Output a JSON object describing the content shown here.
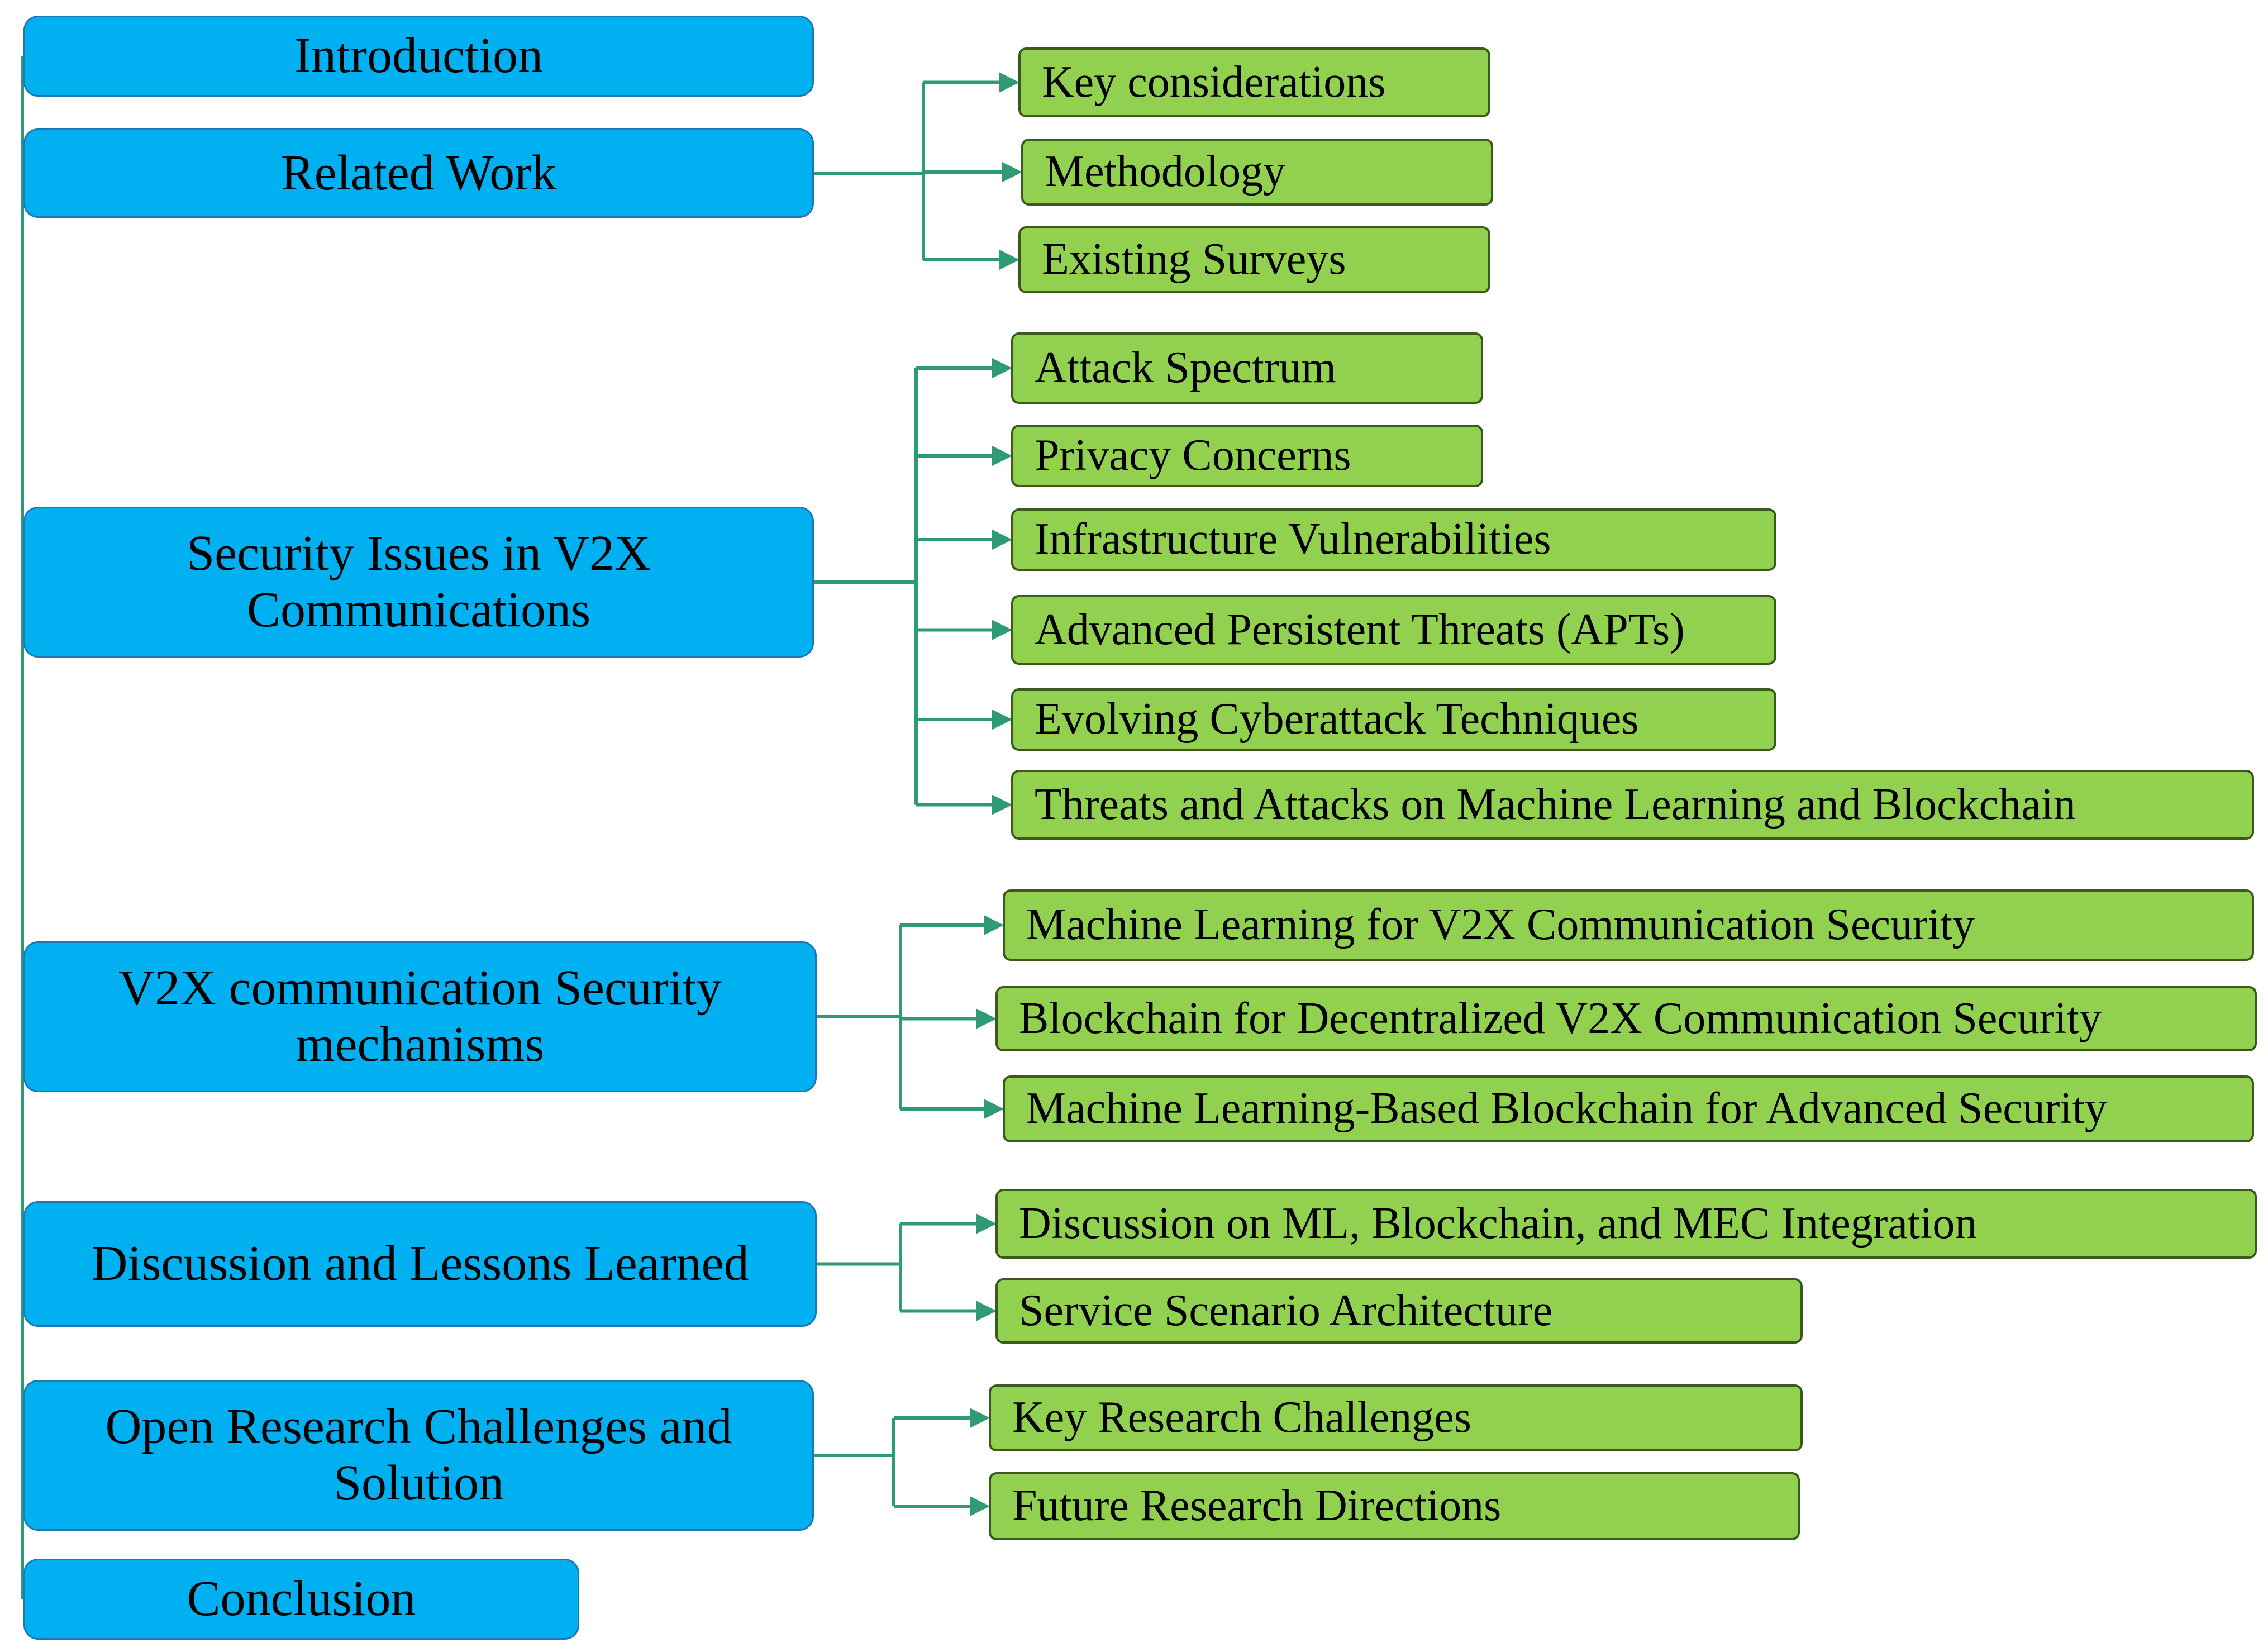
{
  "colors": {
    "main_fill": "#00b0f0",
    "sub_fill": "#92d050",
    "connector": "#2e9b74"
  },
  "sections": [
    {
      "label": "Introduction",
      "children": []
    },
    {
      "label": "Related Work",
      "children": [
        "Key considerations",
        "Methodology",
        "Existing Surveys"
      ]
    },
    {
      "label": "Security Issues in V2X Communications",
      "children": [
        "Attack Spectrum",
        "Privacy Concerns",
        "Infrastructure Vulnerabilities",
        "Advanced Persistent Threats (APTs)",
        "Evolving Cyberattack Techniques",
        "Threats and Attacks on Machine Learning and Blockchain"
      ]
    },
    {
      "label": "V2X communication Security mechanisms",
      "children": [
        "Machine Learning for V2X Communication Security",
        "Blockchain for Decentralized  V2X Communication Security",
        "Machine Learning-Based Blockchain for Advanced Security"
      ]
    },
    {
      "label": "Discussion and Lessons Learned",
      "children": [
        "Discussion on ML, Blockchain, and MEC Integration",
        "Service Scenario Architecture"
      ]
    },
    {
      "label": "Open Research Challenges and Solution",
      "children": [
        "Key Research Challenges",
        "Future Research Directions"
      ]
    },
    {
      "label": "Conclusion",
      "children": []
    }
  ]
}
